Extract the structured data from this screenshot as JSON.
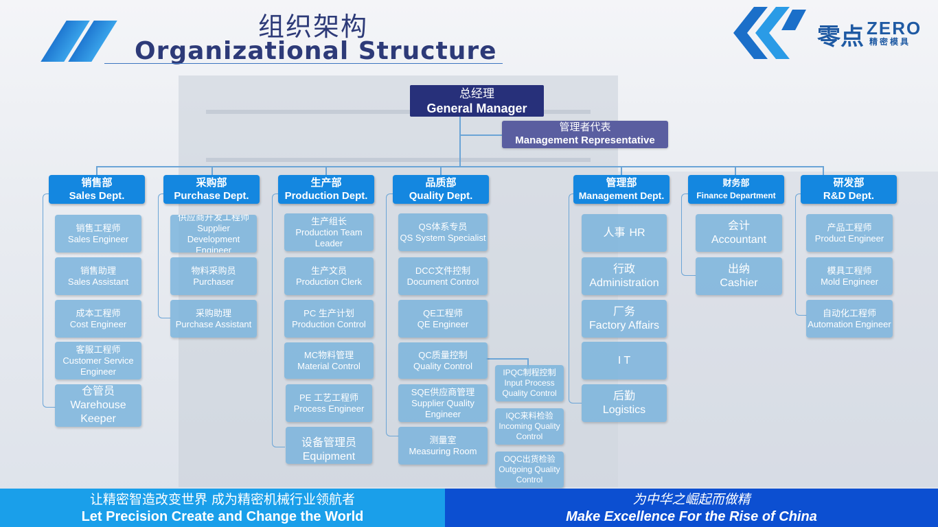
{
  "header": {
    "title_cn": "组织架构",
    "title_en": "Organizational Structure",
    "logo_cn": "零点",
    "logo_en": "ZERO",
    "logo_sub": "精密模具"
  },
  "top": {
    "gm_cn": "总经理",
    "gm_en": "General Manager",
    "mr_cn": "管理者代表",
    "mr_en": "Management Representative"
  },
  "departments": {
    "sales": {
      "cn": "销售部",
      "en": "Sales Dept.",
      "items": [
        {
          "cn": "销售工程师",
          "en": "Sales Engineer"
        },
        {
          "cn": "销售助理",
          "en": "Sales Assistant"
        },
        {
          "cn": "成本工程师",
          "en": "Cost Engineer"
        },
        {
          "cn": "客服工程师",
          "en": "Customer Service Engineer"
        },
        {
          "cn": "仓管员",
          "en": "Warehouse Keeper"
        }
      ]
    },
    "purchase": {
      "cn": "采购部",
      "en": "Purchase Dept.",
      "items": [
        {
          "cn": "供应商开发工程师",
          "en": "Supplier Development Engineer"
        },
        {
          "cn": "物料采购员",
          "en": "Purchaser"
        },
        {
          "cn": "采购助理",
          "en": "Purchase Assistant"
        }
      ]
    },
    "production": {
      "cn": "生产部",
      "en": "Production Dept.",
      "items": [
        {
          "cn": "生产组长",
          "en": "Production Team Leader"
        },
        {
          "cn": "生产文员",
          "en": "Production Clerk"
        },
        {
          "cn": "PC 生产计划",
          "en": "Production Control"
        },
        {
          "cn": "MC物料管理",
          "en": "Material Control"
        },
        {
          "cn": "PE 工艺工程师",
          "en": "Process Engineer"
        },
        {
          "cn": "设备管理员",
          "en": "Equipment Administrat or"
        }
      ]
    },
    "quality": {
      "cn": "品质部",
      "en": "Quality Dept.",
      "items": [
        {
          "cn": "QS体系专员",
          "en": "QS System Specialist"
        },
        {
          "cn": "DCC文件控制",
          "en": "Document Control"
        },
        {
          "cn": "QE工程师",
          "en": "QE Engineer"
        },
        {
          "cn": "QC质量控制",
          "en": "Quality Control"
        },
        {
          "cn": "SQE供应商管理",
          "en": "Supplier Quality Engineer"
        },
        {
          "cn": "测量室",
          "en": "Measuring Room"
        }
      ],
      "qc_items": [
        {
          "cn": "IPQC制程控制",
          "en": "Input Process Quality Control"
        },
        {
          "cn": "IQC来料检验",
          "en": "Incoming Quality Control"
        },
        {
          "cn": "OQC出货检验",
          "en": "Outgoing Quality Control"
        }
      ]
    },
    "management": {
      "cn": "管理部",
      "en": "Management Dept.",
      "items": [
        {
          "cn": "人事",
          "en": "HR"
        },
        {
          "cn": "行政",
          "en": "Administration"
        },
        {
          "cn": "厂务",
          "en": "Factory Affairs"
        },
        {
          "cn": "",
          "en": "I T"
        },
        {
          "cn": "后勤",
          "en": "Logistics"
        }
      ]
    },
    "finance": {
      "cn": "财务部",
      "en": "Finance Department",
      "items": [
        {
          "cn": "会计",
          "en": "Accountant"
        },
        {
          "cn": "出纳",
          "en": "Cashier"
        }
      ]
    },
    "rd": {
      "cn": "研发部",
      "en": "R&D Dept.",
      "items": [
        {
          "cn": "产品工程师",
          "en": "Product Engineer"
        },
        {
          "cn": "模具工程师",
          "en": "Mold Engineer"
        },
        {
          "cn": "自动化工程师",
          "en": "Automation Engineer"
        }
      ]
    }
  },
  "footer": {
    "left_cn": "让精密智造改变世界  成为精密机械行业领航者",
    "left_en": "Let Precision Create and Change the World",
    "right_cn": "为中华之崛起而做精",
    "right_en": "Make Excellence For the Rise of China"
  },
  "colors": {
    "dept_blue": "#1487e0",
    "navy": "#27307a",
    "footer_left": "#1a9fea",
    "footer_right": "#0c4fd1"
  }
}
